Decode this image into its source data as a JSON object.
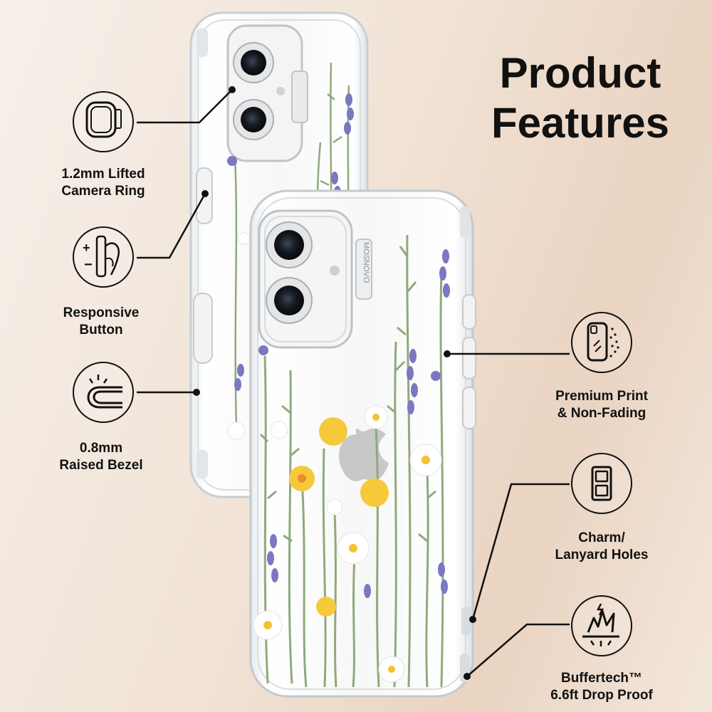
{
  "title": {
    "line1": "Product",
    "line2": "Features"
  },
  "features": [
    {
      "line1": "1.2mm Lifted",
      "line2": "Camera Ring",
      "icon": "camera-ring-icon"
    },
    {
      "line1": "Responsive",
      "line2": "Button",
      "icon": "button-press-icon"
    },
    {
      "line1": "0.8mm",
      "line2": "Raised Bezel",
      "icon": "raised-bezel-icon"
    },
    {
      "line1": "Premium Print",
      "line2": "& Non-Fading",
      "icon": "print-phone-icon"
    },
    {
      "line1": "Charm/",
      "line2": "Lanyard Holes",
      "icon": "lanyard-hole-icon"
    },
    {
      "line1": "Buffertech™",
      "line2": "6.6ft Drop Proof",
      "icon": "drop-impact-icon"
    }
  ],
  "case_brand": "MOSNOVO",
  "colors": {
    "stem": "#8fa97c",
    "lavender": "#7c77c2",
    "daisy": "#ffffff",
    "dandelion": "#f6c93a",
    "outline": "#111111"
  }
}
